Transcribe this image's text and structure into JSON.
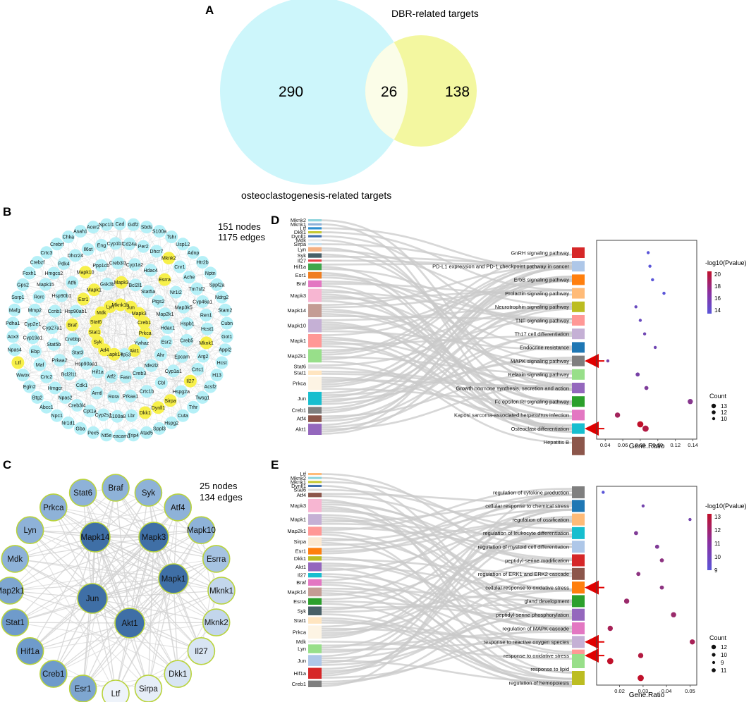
{
  "panels": {
    "a": "A",
    "b": "B",
    "c": "C",
    "d": "D",
    "e": "E"
  },
  "venn": {
    "left_label": "osteoclastogenesis-related targets",
    "right_label": "DBR-related targets",
    "left_only": "290",
    "overlap": "26",
    "right_only": "138",
    "colors": {
      "left": "#cdf6fb",
      "right": "#f3f7a0",
      "overlap": "#fbfde8"
    }
  },
  "network_b": {
    "info_nodes": "151 nodes",
    "info_edges": "1175 edges",
    "colors": {
      "node": "#b5f0f7",
      "hub": "#f7f04a",
      "edge": "#bdbdbd"
    },
    "outer_ring": [
      "Cad",
      "Gdf2",
      "Sbds",
      "S100a",
      "Tshr",
      "Usp12",
      "Adnp",
      "Htr2b",
      "Nptn",
      "Sppl2a",
      "Ndrg2",
      "Stam2",
      "Cubn",
      "Got1",
      "Appl2",
      "Hcst",
      "H13",
      "Acsf2",
      "Twsg1",
      "Trhr",
      "Cuta",
      "Hspg2",
      "Sppl3",
      "Atad5",
      "Trip4",
      "Ceacam1",
      "Nt5e",
      "Pex5",
      "Gba",
      "Nr1d1",
      "Npc1",
      "Abcc1",
      "Btg2",
      "Egln2",
      "Wwox",
      "Ltf",
      "Npas4",
      "Aox3",
      "Pdha1",
      "Mafg",
      "Ssrp1",
      "Gps2",
      "Foxh1",
      "Crebzf",
      "Crtc3",
      "Crebrf",
      "Chka",
      "Asah1",
      "Acer2",
      "Npc1l1"
    ],
    "second_ring": [
      "Cd24a",
      "Per2",
      "Dhcr7",
      "Mknk2",
      "Cnr1",
      "Ache",
      "Tm7sf2",
      "Cyp46a1",
      "Ren1",
      "Hcst1",
      "Mknk1",
      "Arg2",
      "Crtc1",
      "Il27",
      "Hspg2a",
      "Sirpa",
      "Dynll1",
      "Dkk1",
      "Lbr",
      "S100a8",
      "Cyp2s1",
      "Cpt1a",
      "Creb3l4",
      "Npas2",
      "Hmgcr",
      "Crtc2",
      "Maf",
      "Ebp",
      "Cyp19a1",
      "Cyp2e1",
      "Mmp2",
      "Rorc",
      "Mapk15",
      "Hmgcs2",
      "Pdk4",
      "Dhcr24",
      "Il6st",
      "Eng",
      "Cyp1b1"
    ],
    "third_ring": [
      "Cyp1a2",
      "Hdac4",
      "Esrra",
      "Nr1i2",
      "Map3k5",
      "Hspb1",
      "Creb5",
      "Epcam",
      "Cyp1a1",
      "Cbl",
      "Crtc1b",
      "Prkaa1",
      "Rora",
      "Arntl",
      "Cdk1",
      "Bcl2l11",
      "Prkaa2",
      "Stat5b",
      "Cyp27a1",
      "Ccnb1",
      "Hsp90b1",
      "Atf6",
      "Mapk10",
      "Ppp1cb",
      "Creb3l3"
    ],
    "inner_ring": [
      "Bcl2l1",
      "Stat5a",
      "Ptgs2",
      "Map2k1",
      "Hdac1",
      "Esr2",
      "Ahr",
      "Nfe2l2",
      "Creb3",
      "Fasn",
      "Atf2",
      "Hif1a",
      "Hsp90aa1",
      "Stat3",
      "Crebbp",
      "Braf",
      "Hsp90ab1",
      "Esr1",
      "Mapk1",
      "Gsk3b",
      "Mapk3"
    ],
    "core": [
      "Jun",
      "Mapk3",
      "Creb1",
      "Prkca",
      "Ywhaz",
      "Akt1",
      "Trp53",
      "Mapk14",
      "Atf4",
      "Syk",
      "Stat1",
      "Stat6",
      "Mdk",
      "Lyn",
      "Mknk1b"
    ],
    "hub_labels": [
      "Mknk2",
      "Esrra",
      "Mapk10",
      "Stat1",
      "Braf",
      "Esr1",
      "Mapk1",
      "Mdk",
      "Jun",
      "Mapk3",
      "Creb1",
      "Prkca",
      "Akt1",
      "Atf4",
      "Stat6",
      "Mapk14",
      "Syk",
      "Lyn",
      "Mknk1",
      "Il27",
      "Ltf",
      "Dynll1",
      "Dkk1",
      "Sirpa"
    ]
  },
  "network_c": {
    "info_nodes": "25 nodes",
    "info_edges": "134 edges",
    "outer_nodes": [
      "Braf",
      "Syk",
      "Atf4",
      "Mapk10",
      "Esrra",
      "Mknk1",
      "Mknk2",
      "Il27",
      "Dkk1",
      "Sirpa",
      "Ltf",
      "Esr1",
      "Creb1",
      "Hif1a",
      "Stat1",
      "Map2k1",
      "Mdk",
      "Lyn",
      "Prkca",
      "Stat6"
    ],
    "outer_colors": [
      "#8eb2d8",
      "#8eb2d8",
      "#8eb2d8",
      "#8eb2d8",
      "#a6c3e2",
      "#c3d6ec",
      "#c3d6ec",
      "#d8e5f3",
      "#d8e5f3",
      "#e6eef8",
      "#eef3fa",
      "#7ea6d0",
      "#6f9bcb",
      "#6f9bcb",
      "#6f9bcb",
      "#7ea6d0",
      "#8eb2d8",
      "#8eb2d8",
      "#8eb2d8",
      "#8eb2d8"
    ],
    "inner_nodes": [
      "Mapk14",
      "Mapk3",
      "Mapk1",
      "Akt1",
      "Jun"
    ],
    "inner_color": "#3f6fa6",
    "ring_color": "#b9d33d"
  },
  "sankey_d": {
    "genes": [
      "Mknk2",
      "Mknk1",
      "Ltf",
      "Dkk1",
      "Dynll1",
      "Mdk",
      "Sirpa",
      "Lyn",
      "Syk",
      "Il27",
      "Hif1a",
      "Esr1",
      "Braf",
      "Mapk3",
      "Mapk14",
      "Mapk10",
      "Mapk1",
      "Map2k1",
      "Stat6",
      "Stat1",
      "Prkca",
      "Jun",
      "Creb1",
      "Atf4",
      "Akt1"
    ],
    "gene_heights": [
      1,
      1,
      1,
      1,
      1,
      1,
      1,
      2,
      2,
      1,
      3,
      3,
      3,
      6,
      6,
      6,
      6,
      6,
      2,
      2,
      6,
      6,
      3,
      3,
      5
    ],
    "gene_colors": [
      "#8fd4dc",
      "#8fb2d8",
      "#2d8fd0",
      "#c6c834",
      "#3f6eae",
      "#e9e9e9",
      "#c6e0f0",
      "#f4b183",
      "#485f67",
      "#e8434a",
      "#3ea64b",
      "#f07e20",
      "#e377c2",
      "#f7b6d2",
      "#c49c94",
      "#c5b0d5",
      "#ff9896",
      "#98df8a",
      "#dbdbdb",
      "#ffe5c0",
      "#fdf4e4",
      "#17becf",
      "#7f7f7f",
      "#8c564b",
      "#9467bd"
    ],
    "pathways": [
      "GnRH signaling pathway",
      "PD-L1 expression and PD-1 checkpoint pathway in cancer",
      "ErbB signaling pathway",
      "Prolactin signaling pathway",
      "Neurotrophin signaling pathway",
      "TNF signaling pathway",
      "Th17 cell differentiation",
      "Endocrine resistance",
      "MAPK signaling pathway",
      "Relaxin signaling pathway",
      "Growth hormone synthesis, secretion and action",
      "Fc epsilon RI signaling pathway",
      "Kaposi sarcoma-associated herpesvirus infection",
      "Osteoclast differentiation",
      "Hepatitis B"
    ],
    "pathway_colors": [
      "#d62728",
      "#aec7e8",
      "#ff7f0e",
      "#ffbb78",
      "#bcbd22",
      "#ff9896",
      "#c5b0d5",
      "#1f77b4",
      "#7f7f7f",
      "#98df8a",
      "#9467bd",
      "#2ca02c",
      "#e377c2",
      "#17becf",
      "#8c564b"
    ],
    "arrows_on": [
      "MAPK signaling pathway",
      "Osteoclast differentiation"
    ]
  },
  "dot_d": {
    "xlabel": "Gene.Ratio",
    "xticks": [
      "0.04",
      "0.06",
      "0.08",
      "0.10",
      "0.12",
      "0.14"
    ],
    "legend_color_title": "-log10(Pvalue)",
    "legend_color_ticks": [
      "20",
      "18",
      "16",
      "14"
    ],
    "legend_size_title": "Count",
    "legend_size_ticks": [
      "13",
      "12",
      "10"
    ],
    "colors": {
      "low": "#5a55d8",
      "high": "#c0102a"
    }
  },
  "chart_data": [
    {
      "type": "scatter",
      "panel": "D",
      "xlabel": "Gene.Ratio",
      "xlim": [
        0.035,
        0.142
      ],
      "x": [
        0.089,
        0.091,
        0.094,
        0.107,
        0.075,
        0.08,
        0.085,
        0.097,
        0.043,
        0.077,
        0.087,
        0.137,
        0.054,
        0.086,
        0.08
      ],
      "y": [
        "GnRH signaling pathway",
        "PD-L1 expression and PD-1 checkpoint pathway in cancer",
        "ErbB signaling pathway",
        "Prolactin signaling pathway",
        "Neurotrophin signaling pathway",
        "TNF signaling pathway",
        "Th17 cell differentiation",
        "Endocrine resistance",
        "MAPK signaling pathway",
        "Relaxin signaling pathway",
        "Growth hormone synthesis, secretion and action",
        "Fc epsilon RI signaling pathway",
        "Kaposi sarcoma-associated herpesvirus infection",
        "Osteoclast differentiation",
        "Hepatitis B"
      ],
      "neg_log10_p": [
        13.5,
        13.5,
        13.5,
        13.5,
        14.5,
        14.5,
        15,
        15,
        15.5,
        15.5,
        16,
        16.5,
        18.5,
        19.5,
        20.5
      ],
      "count": [
        10,
        10,
        10,
        10,
        10,
        10,
        10,
        10,
        10,
        11,
        11,
        12,
        12,
        13,
        13
      ]
    },
    {
      "type": "scatter",
      "panel": "E",
      "xlabel": "Gene.Ratio",
      "xlim": [
        0.012,
        0.052
      ],
      "x": [
        0.013,
        0.03,
        0.05,
        0.027,
        0.036,
        0.038,
        0.028,
        0.038,
        0.023,
        0.043,
        0.016,
        0.051,
        0.029,
        0.016,
        0.029
      ],
      "y": [
        "regulation of cytokine production",
        "cellular response to chemical stress",
        "regulation of ossification",
        "regulation of leukocyte differentiation",
        "regulation of myeloid cell differentiation",
        "peptidyl-serine modification",
        "regulation of ERK1 and ERK2 cascade",
        "cellular response to oxidative stress",
        "gland development",
        "peptidyl-serine phosphorylation",
        "regulation of MAPK cascade",
        "response to reactive oxygen species",
        "response to oxidative stress",
        "response to lipid",
        "regulation of hemopoiesis"
      ],
      "neg_log10_p": [
        9,
        10,
        10,
        10.5,
        10.5,
        11,
        11,
        11,
        11.5,
        11.5,
        12,
        12,
        12.5,
        13,
        13
      ],
      "count": [
        9,
        9,
        9,
        10,
        10,
        10,
        10,
        10,
        11,
        11,
        11,
        11,
        11,
        12,
        12
      ]
    }
  ],
  "sankey_e": {
    "genes": [
      "Ltf",
      "Mknk2",
      "Mknk1",
      "Dynll1",
      "Stat6",
      "Atf4",
      "Mapk3",
      "Mapk1",
      "Map2k1",
      "Sirpa",
      "Esr1",
      "Dkk1",
      "Akt1",
      "Il27",
      "Braf",
      "Mapk14",
      "Esrra",
      "Syk",
      "Stat1",
      "Prkca",
      "Mdk",
      "Lyn",
      "Jun",
      "Hif1a",
      "Creb1"
    ],
    "gene_heights": [
      1,
      1,
      1,
      1,
      1,
      2,
      6,
      5,
      4,
      4,
      3,
      2,
      4,
      2,
      3,
      4,
      3,
      4,
      3,
      6,
      1,
      4,
      5,
      5,
      3
    ],
    "gene_colors": [
      "#ffbb78",
      "#8fd4dc",
      "#c6c834",
      "#3f6eae",
      "#dbdbdb",
      "#8c564b",
      "#f7b6d2",
      "#c5b0d5",
      "#ff9896",
      "#fbe9d2",
      "#ff7f0e",
      "#bcbd22",
      "#9467bd",
      "#17becf",
      "#e377c2",
      "#c49c94",
      "#2ca02c",
      "#485f67",
      "#ffe5c0",
      "#fdf4e4",
      "#e9e9e9",
      "#98df8a",
      "#aec7e8",
      "#d62728",
      "#7f7f7f"
    ],
    "processes": [
      "regulation of cytokine production",
      "cellular response to chemical stress",
      "regulation of ossification",
      "regulation of leukocyte differentiation",
      "regulation of myeloid cell differentiation",
      "peptidyl-serine modification",
      "regulation of ERK1 and ERK2 cascade",
      "cellular response to oxidative stress",
      "gland development",
      "peptidyl-serine phosphorylation",
      "regulation of MAPK cascade",
      "response to reactive oxygen species",
      "response to oxidative stress",
      "response to lipid",
      "regulation of hemopoiesis"
    ],
    "process_colors": [
      "#7f7f7f",
      "#1f77b4",
      "#ffbb78",
      "#17becf",
      "#aec7e8",
      "#d62728",
      "#8c564b",
      "#ff7f0e",
      "#2ca02c",
      "#9467bd",
      "#e377c2",
      "#c5b0d5",
      "#ff9896",
      "#98df8a",
      "#bcbd22"
    ],
    "arrows_on": [
      "cellular response to oxidative stress",
      "response to reactive oxygen species",
      "response to oxidative stress"
    ]
  },
  "dot_e": {
    "xlabel": "Gene.Ratio",
    "xticks": [
      "0.02",
      "0.03",
      "0.04",
      "0.05"
    ],
    "legend_color_title": "-log10(Pvalue)",
    "legend_color_ticks": [
      "13",
      "12",
      "11",
      "10",
      "9"
    ],
    "legend_size_title": "Count",
    "legend_size_ticks": [
      "12",
      "10",
      "9",
      "11"
    ],
    "colors": {
      "low": "#5a55d8",
      "high": "#c0102a"
    }
  }
}
